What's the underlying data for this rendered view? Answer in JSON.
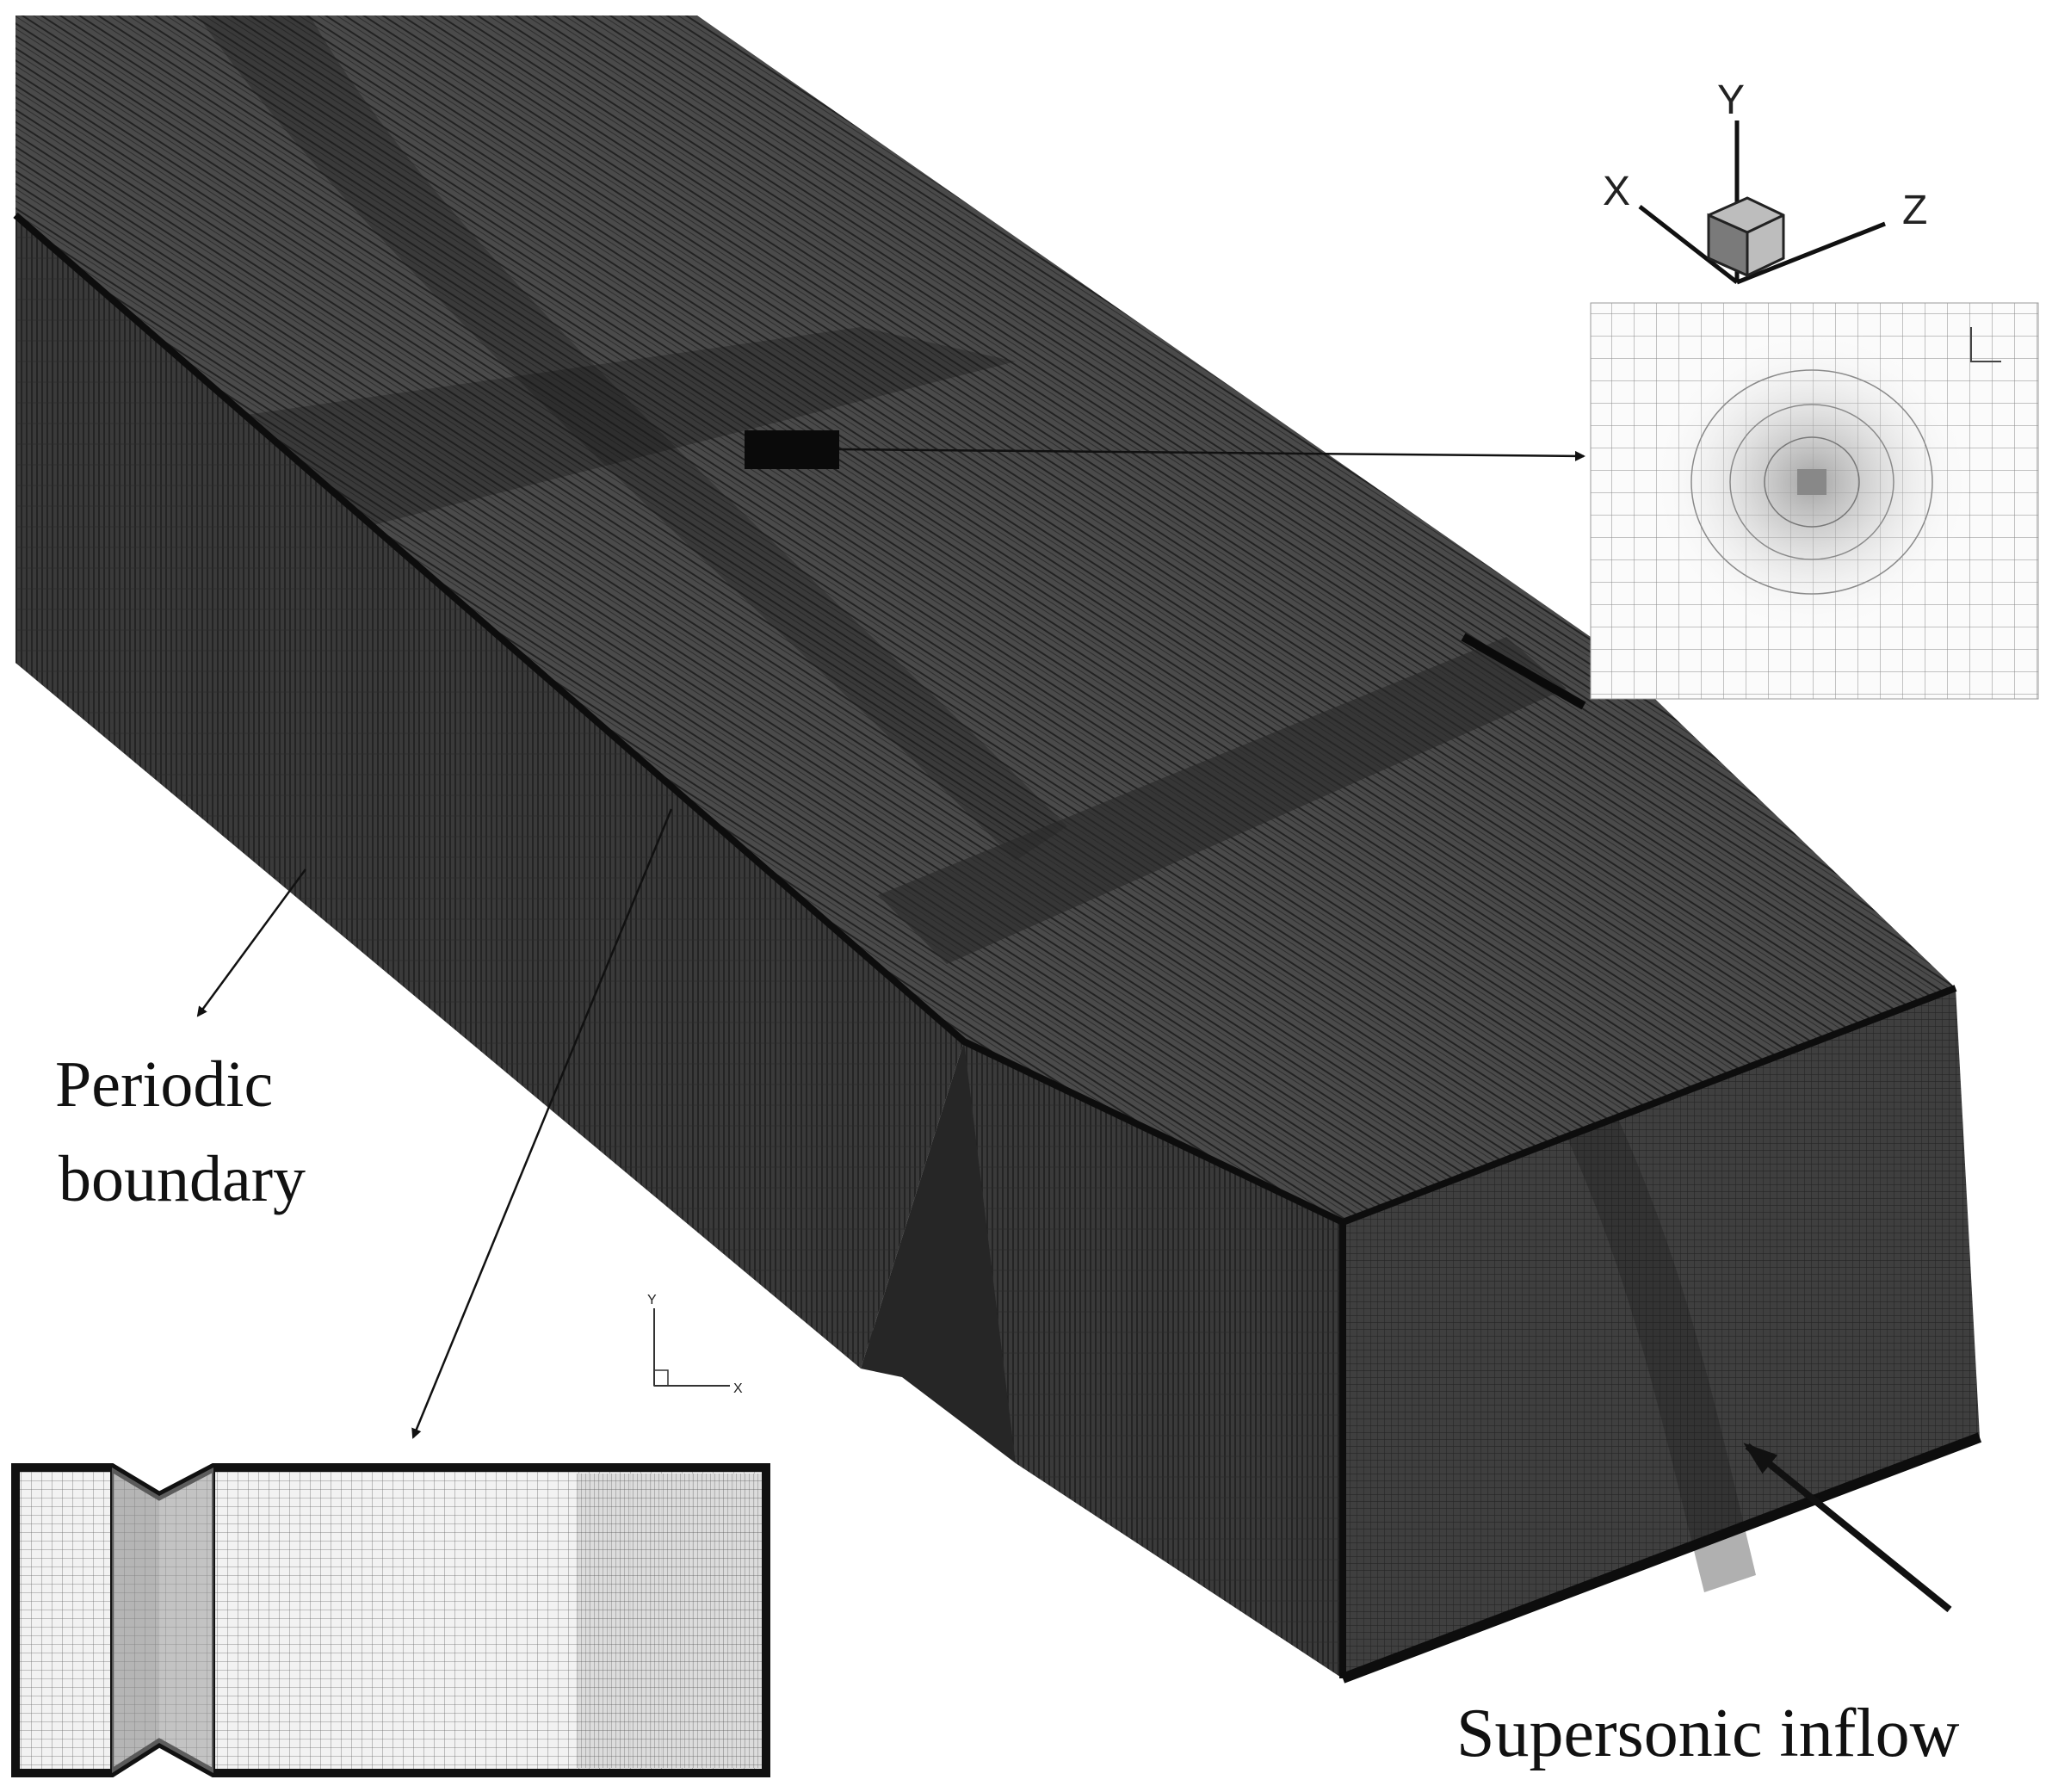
{
  "labels": {
    "periodic_line1": "Periodic",
    "periodic_line2": "boundary",
    "supersonic": "Supersonic inflow"
  },
  "triad": {
    "x": "X",
    "y": "Y",
    "z": "Z"
  },
  "small_axes": {
    "y": "Y",
    "x": "X"
  },
  "colors": {
    "mesh_dark": "#1a1a1a",
    "mesh_mid": "#3c3c3c",
    "inset_line": "#555555",
    "background": "#ffffff"
  }
}
